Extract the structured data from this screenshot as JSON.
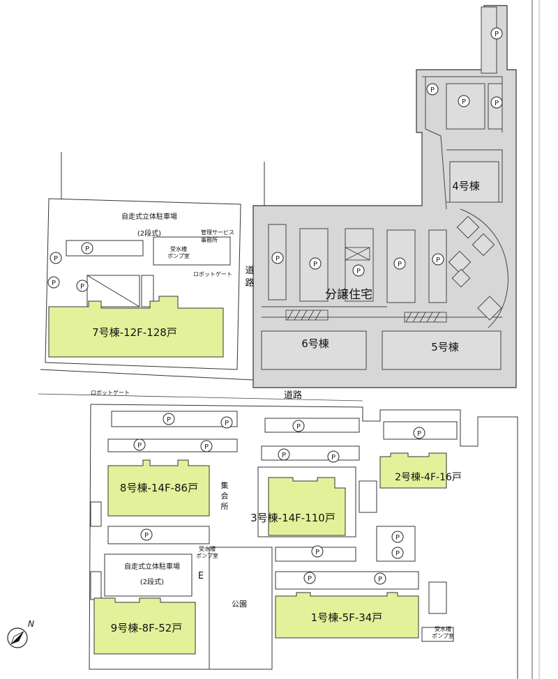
{
  "colors": {
    "building_highlight": "#e3f29a",
    "condo_area": "#d7d7d7",
    "line": "#333333"
  },
  "buildings": {
    "b1": "1号棟-5F-34戸",
    "b2": "2号棟-4F-16戸",
    "b3": "3号棟-14F-110戸",
    "b4": "4号棟",
    "b5": "5号棟",
    "b6": "6号棟",
    "b7": "7号棟-12F-128戸",
    "b8": "8号棟-14F-86戸",
    "b9": "9号棟-8F-52戸"
  },
  "labels": {
    "condo": "分譲住宅",
    "road_vertical_1": "道",
    "road_vertical_2": "路",
    "road_horizontal": "道路",
    "robot_gate": "ロボットゲート",
    "parking_deck_top_1": "自走式立体駐車場",
    "parking_deck_top_2": "(2段式)",
    "parking_deck_bottom_1": "自走式立体駐車場",
    "parking_deck_bottom_2": "(2段式)",
    "service_office_1": "管理サービス",
    "service_office_2": "事務所",
    "pump_room_1": "受水槽",
    "pump_room_2": "ポンプ室",
    "meeting_hall": [
      "集",
      "会",
      "所"
    ],
    "park": "公園",
    "elevator": "E",
    "parking_symbol": "P",
    "north": "N"
  }
}
